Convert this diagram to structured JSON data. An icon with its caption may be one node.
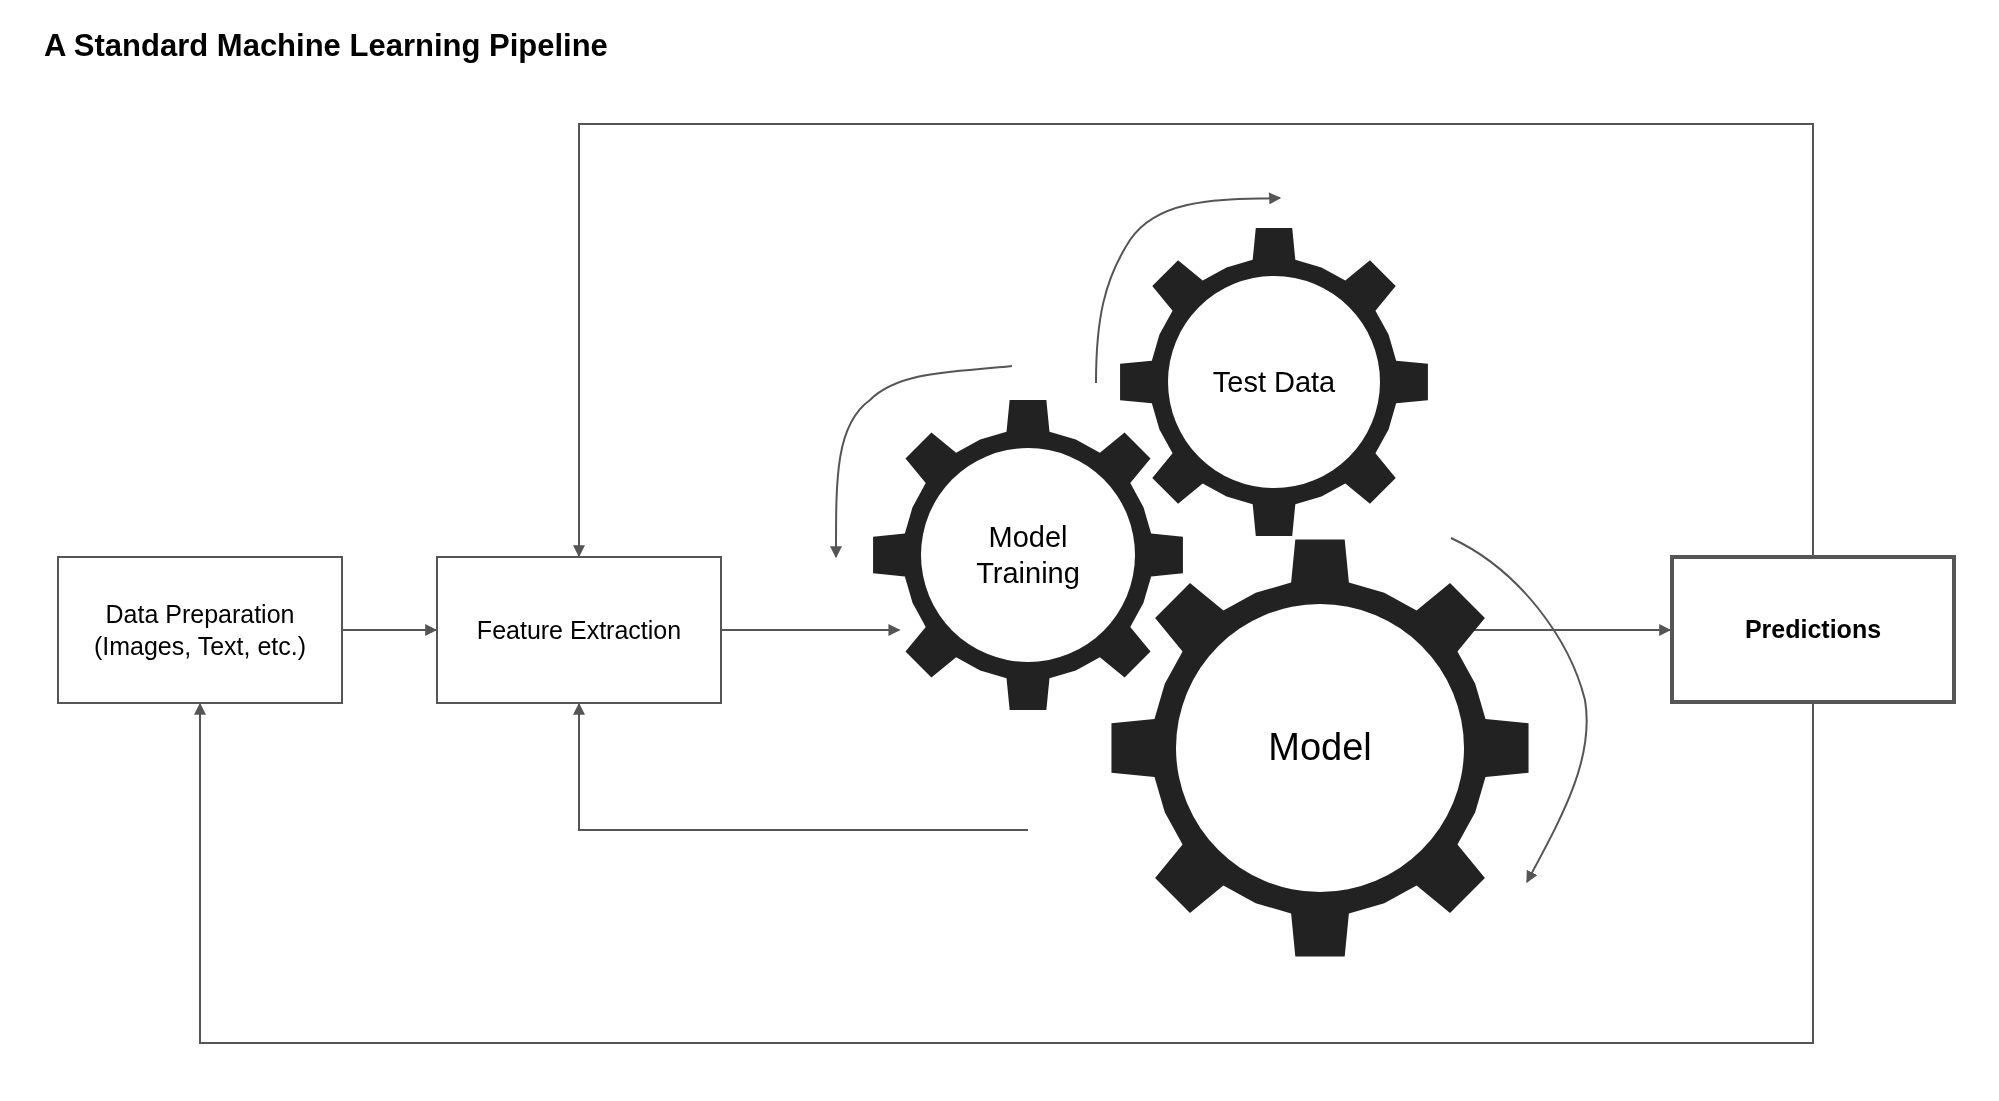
{
  "diagram": {
    "title": "A Standard Machine Learning Pipeline",
    "nodes": [
      {
        "text": [
          "Data Preparation (Images, Text, etc.)"
        ]
      },
      {
        "text": [
          "Feature Extraction"
        ]
      },
      {
        "text": [
          "Model Training"
        ]
      },
      {
        "text": [
          "Test Data"
        ]
      },
      {
        "text": [
          "Model"
        ]
      },
      {
        "text": [
          "Predictions"
        ]
      }
    ],
    "edges": [
      {
        "from": 0,
        "to": 1,
        "arrow": "to"
      },
      {
        "from": 1,
        "to": 2,
        "arrow": "to"
      },
      {
        "from": 4,
        "to": 5,
        "arrow": "to"
      },
      {
        "from": 5,
        "to": 1,
        "arrow": "to"
      },
      {
        "from": 5,
        "to": 0,
        "arrow": "to"
      },
      {
        "from": null,
        "to": 1,
        "arrow": "to"
      }
    ]
  }
}
